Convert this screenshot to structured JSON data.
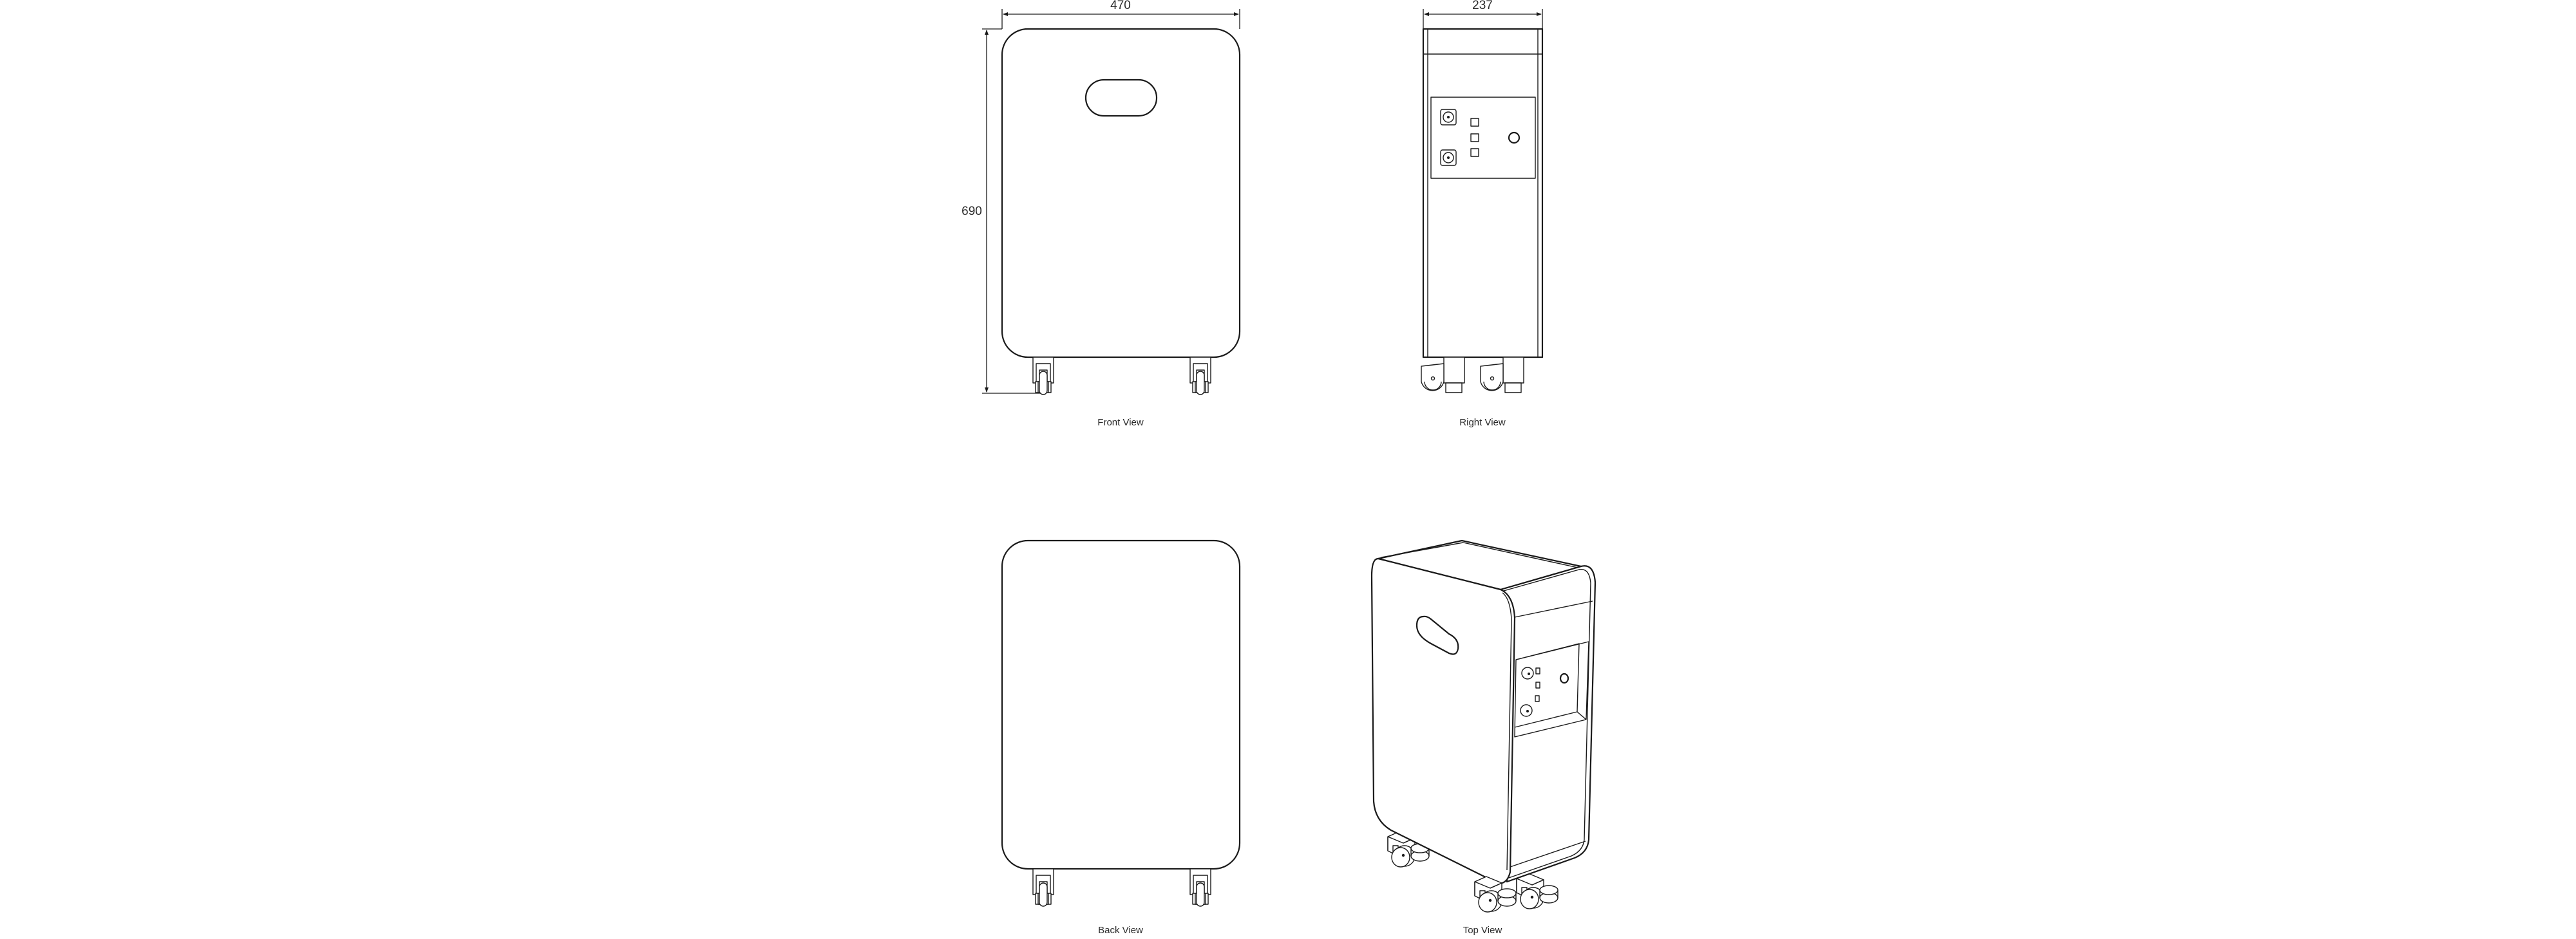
{
  "sheet": {
    "subject": "wheeled cabinet unit with rear connector panel",
    "line_color": "#1a1a1a",
    "background": "#ffffff"
  },
  "dimensions": {
    "width": "470",
    "height": "690",
    "depth": "237"
  },
  "views": [
    {
      "id": "front",
      "label": "Front View"
    },
    {
      "id": "right",
      "label": "Right View"
    },
    {
      "id": "back",
      "label": "Back View"
    },
    {
      "id": "iso",
      "label": "Top View"
    }
  ],
  "connector_panel": {
    "coax_connectors": 2,
    "square_indicators": 3,
    "round_button": 1
  },
  "casters": {
    "front_view_count": 2,
    "right_view_count": 2,
    "back_view_count": 2,
    "iso_view_count": 3
  }
}
